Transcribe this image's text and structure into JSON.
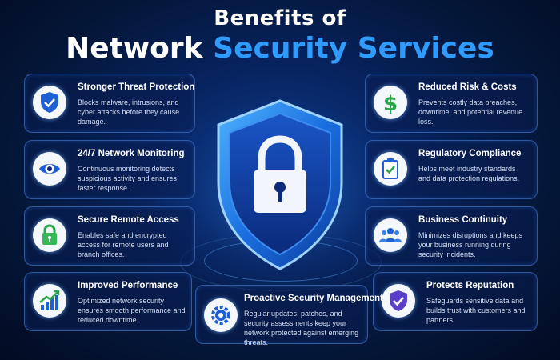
{
  "title": {
    "line1": "Benefits of",
    "line2a": "Network",
    "line2b": "Security Services"
  },
  "cards": [
    {
      "title": "Stronger Threat Protection",
      "desc": "Blocks malware, intrusions, and cyber attacks before they cause damage.",
      "icon": "shield-check-icon"
    },
    {
      "title": "24/7 Network Monitoring",
      "desc": "Continuous monitoring detects suspicious activity and ensures faster response.",
      "icon": "eye-icon"
    },
    {
      "title": "Secure Remote Access",
      "desc": "Enables safe and encrypted access for remote users and branch offices.",
      "icon": "padlock-icon"
    },
    {
      "title": "Improved Performance",
      "desc": "Optimized network security ensures smooth performance and reduced downtime.",
      "icon": "growth-chart-icon"
    },
    {
      "title": "Reduced Risk & Costs",
      "desc": "Prevents costly data breaches, downtime, and potential revenue loss.",
      "icon": "dollar-icon"
    },
    {
      "title": "Regulatory Compliance",
      "desc": "Helps meet industry standards and data protection regulations.",
      "icon": "clipboard-check-icon"
    },
    {
      "title": "Business Continuity",
      "desc": "Minimizes disruptions and keeps your business running during security incidents.",
      "icon": "team-icon"
    },
    {
      "title": "Protects Reputation",
      "desc": "Safeguards sensitive data and builds trust with customers and partners.",
      "icon": "shield-badge-icon"
    },
    {
      "title": "Proactive Security Management",
      "desc": "Regular updates, patches, and security assessments keep your network protected against emerging threats.",
      "icon": "gear-shield-icon"
    }
  ],
  "colors": {
    "accent": "#2f9bff",
    "background": "#041637",
    "card_border": "#508ce6"
  }
}
